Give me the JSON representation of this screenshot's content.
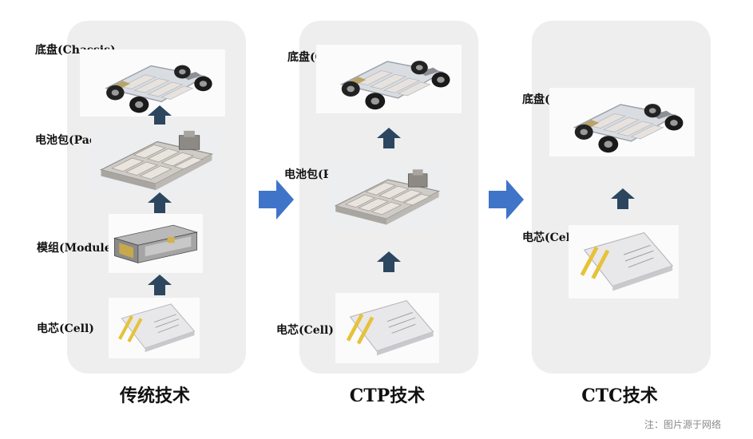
{
  "columns": [
    {
      "title": "传统技术",
      "labels": {
        "chassis": "底盘(Chassis)",
        "pack": "电池包(Pack)",
        "module": "模组(Module)",
        "cell": "电芯(Cell)"
      }
    },
    {
      "title": "CTP技术",
      "labels": {
        "chassis": "底盘(Chassis)",
        "pack": "电池包(Pack)",
        "cell": "电芯(Cell)"
      }
    },
    {
      "title": "CTC技术",
      "labels": {
        "chassis": "底盘(Chassis)",
        "cell": "电芯(Cell)"
      }
    }
  ],
  "note": "注：图片源于网络",
  "colors": {
    "panel": "#eeeeee",
    "up_arrow": "#2c4660",
    "right_arrow": "#3f74c8"
  }
}
